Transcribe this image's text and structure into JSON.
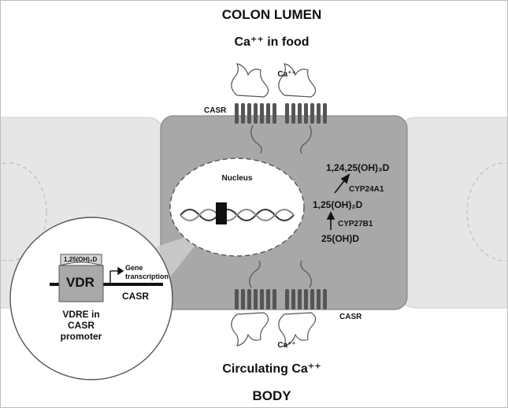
{
  "top_title": "COLON LUMEN",
  "food_calcium": "Ca⁺⁺ in food",
  "ca_top": "Ca⁺⁺",
  "casr_top": "CASR",
  "nucleus": "Nucleus",
  "metabolite_top": "1,24,25(OH)₃D",
  "enzyme_top": "CYP24A1",
  "metabolite_mid": "1,25(OH)₂D",
  "enzyme_bottom": "CYP27B1",
  "metabolite_bottom": "25(OH)D",
  "inset": {
    "ligand": "1,25(OH)₂D",
    "receptor": "VDR",
    "gene_transcription": "Gene\ntranscription",
    "gene": "CASR",
    "caption": "VDRE in\nCASR\npromoter"
  },
  "casr_bottom": "CASR",
  "ca_bottom": "Ca⁺⁺",
  "circulating_calcium": "Circulating Ca⁺⁺",
  "bottom_title": "BODY",
  "colors": {
    "cell_center": "#a8a8a8",
    "cell_side": "#e6e6e6",
    "nucleus": "#ffffff",
    "receptor": "#555555",
    "vdr_box": "#a9a9a9"
  }
}
